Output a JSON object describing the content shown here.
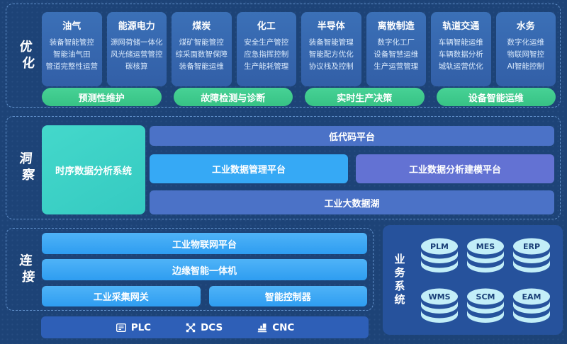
{
  "colors": {
    "background": "#1d4377",
    "industry_card_blue": "#3568b0",
    "capability_green": "#3fcb8e",
    "tsdb_teal": "#3bd0c9",
    "platform_bright_blue": "#36a9f5",
    "model_purple": "#6372d3",
    "muted_bar_blue": "#4b72c7",
    "connect_blue": "#37a3f3",
    "device_bar_blue": "#2e5fb7",
    "business_panel_blue": "#26529c",
    "db_cylinder_cyan": "#c2eef8"
  },
  "sections": {
    "optimize": {
      "label": "优化",
      "industries": [
        {
          "title": "油气",
          "items": [
            "装备智能管控",
            "智能油气田",
            "管道完整性运营"
          ]
        },
        {
          "title": "能源电力",
          "items": [
            "源网荷储一体化",
            "风光储运营管控",
            "碳核算"
          ]
        },
        {
          "title": "煤炭",
          "items": [
            "煤矿智能管控",
            "综采面数智保障",
            "装备智能运维"
          ]
        },
        {
          "title": "化工",
          "items": [
            "安全生产管控",
            "应急指挥控制",
            "生产能耗管理"
          ]
        },
        {
          "title": "半导体",
          "items": [
            "装备智能管理",
            "智能配方优化",
            "协议栈及控制"
          ]
        },
        {
          "title": "离散制造",
          "items": [
            "数字化工厂",
            "设备智慧运维",
            "生产运营管理"
          ]
        },
        {
          "title": "轨道交通",
          "items": [
            "车辆智能运维",
            "车辆数据分析",
            "城轨运营优化"
          ]
        },
        {
          "title": "水务",
          "items": [
            "数字化运维",
            "物联网智控",
            "AI智能控制"
          ]
        }
      ],
      "capabilities": [
        "预测性维护",
        "故障检测与诊断",
        "实时生产决策",
        "设备智能运维"
      ]
    },
    "insight": {
      "label": "洞察",
      "tsdb": "时序数据分析系统",
      "low_code": "低代码平台",
      "data_mgmt": "工业数据管理平台",
      "data_model": "工业数据分析建模平台",
      "data_lake": "工业大数据湖"
    },
    "connect": {
      "label": "连接",
      "iot_platform": "工业物联网平台",
      "edge_machine": "边缘智能一体机",
      "gateway": "工业采集网关",
      "controller": "智能控制器",
      "devices": [
        "PLC",
        "DCS",
        "CNC"
      ]
    },
    "business": {
      "label": "业务系统",
      "systems": [
        "PLM",
        "MES",
        "ERP",
        "WMS",
        "SCM",
        "EAM"
      ]
    }
  }
}
